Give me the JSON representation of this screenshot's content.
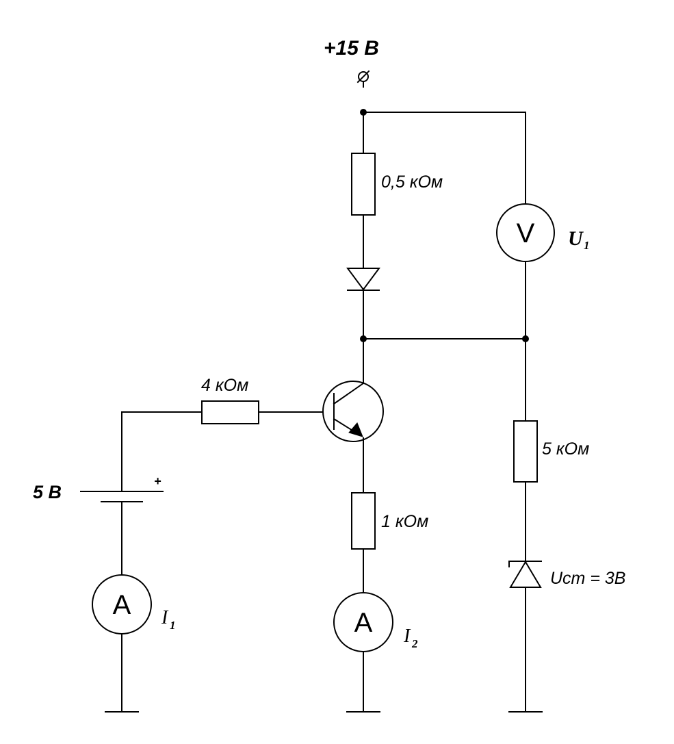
{
  "supply": {
    "label": "+15  В"
  },
  "battery": {
    "label": "5 В",
    "plus": "+"
  },
  "resistors": {
    "r_top": "0,5 кОм",
    "r_base": "4 кОм",
    "r_emitter": "1 кОм",
    "r_right": "5 кОм"
  },
  "zener": {
    "label": "Uст = 3В"
  },
  "voltmeter": {
    "symbol": "V",
    "name": "U",
    "sub": "1"
  },
  "ammeter1": {
    "symbol": "A",
    "name": "I",
    "sub": "1"
  },
  "ammeter2": {
    "symbol": "A",
    "name": "I",
    "sub": "2"
  }
}
